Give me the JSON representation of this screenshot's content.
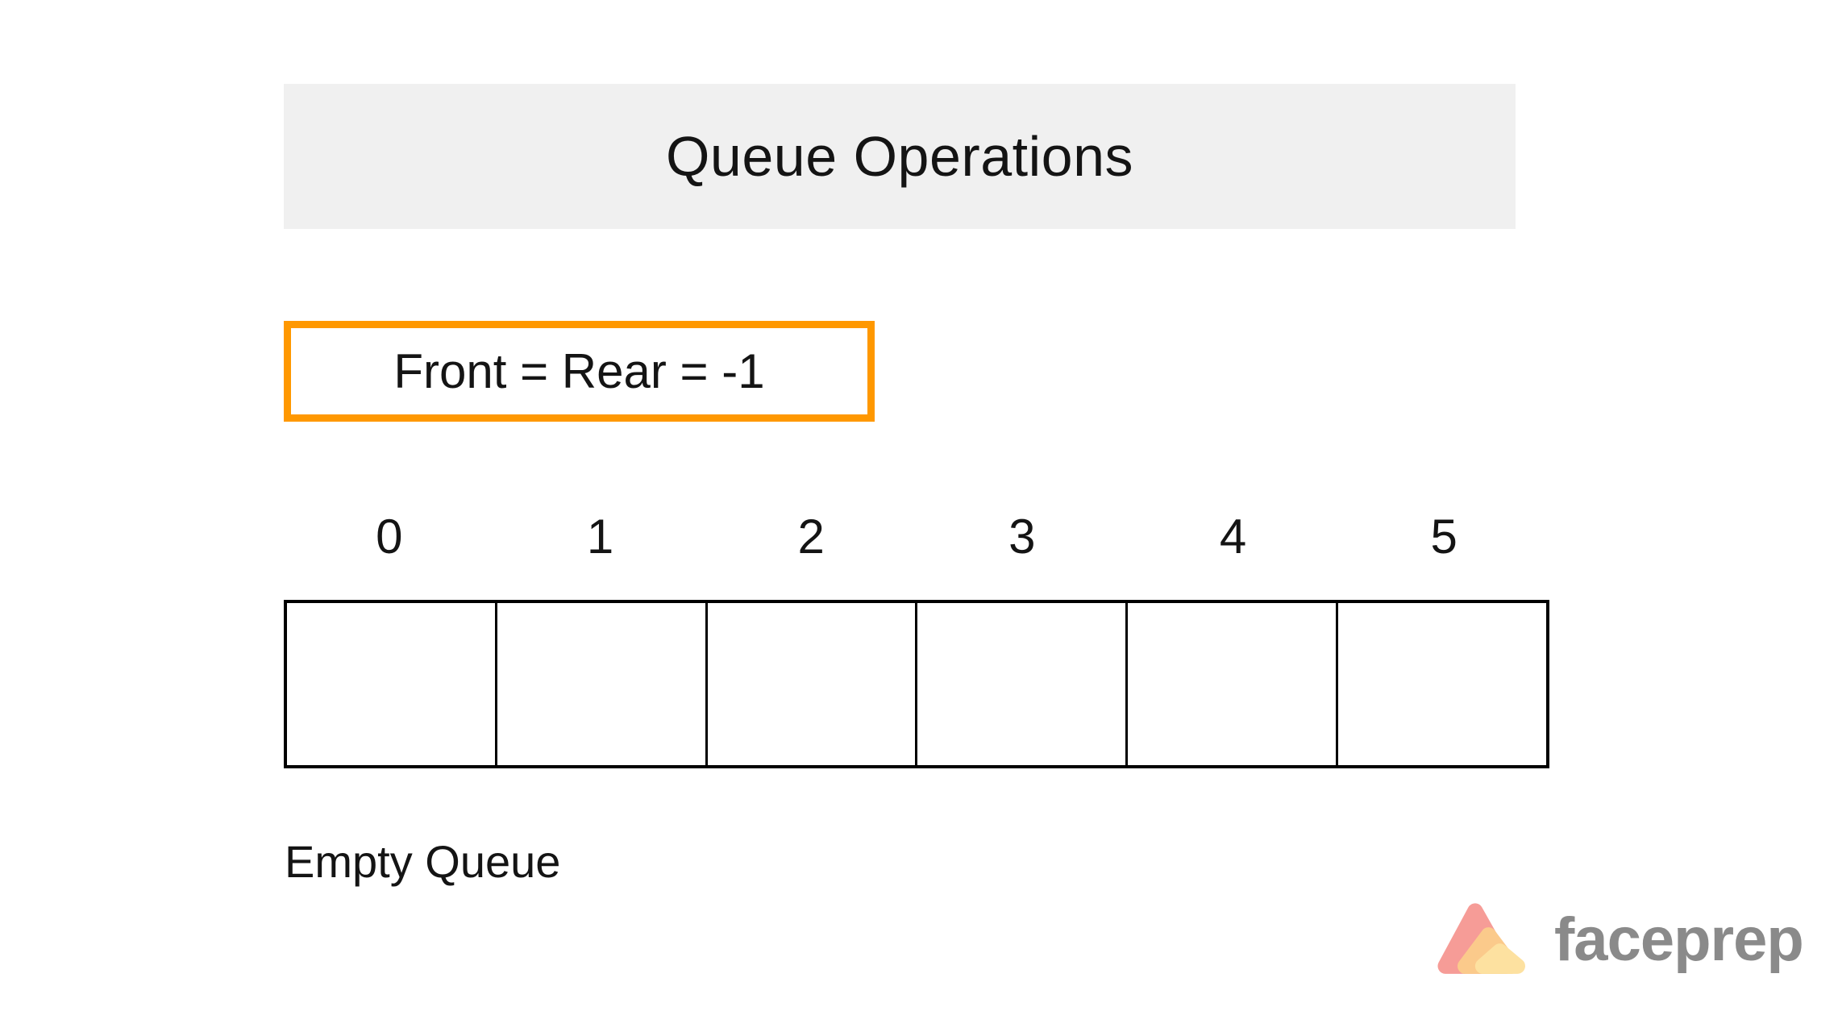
{
  "header": {
    "title": "Queue Operations"
  },
  "pointer_box": {
    "text": "Front = Rear = -1"
  },
  "queue": {
    "indices": [
      "0",
      "1",
      "2",
      "3",
      "4",
      "5"
    ],
    "cell_count": 6,
    "cells": [
      "",
      "",
      "",
      "",
      "",
      ""
    ],
    "caption": "Empty Queue"
  },
  "branding": {
    "wordmark": "faceprep",
    "logo": "faceprep-triangle-logo"
  },
  "colors": {
    "title_bar_bg": "#F0F0F0",
    "accent_orange": "#FF9800",
    "text_dark": "#141414",
    "border_black": "#000000",
    "logo_pink": "#F69C97",
    "logo_peach": "#FBCA8B",
    "logo_yellow": "#FDE1A0",
    "wordmark_gray": "#8A8A8A"
  }
}
